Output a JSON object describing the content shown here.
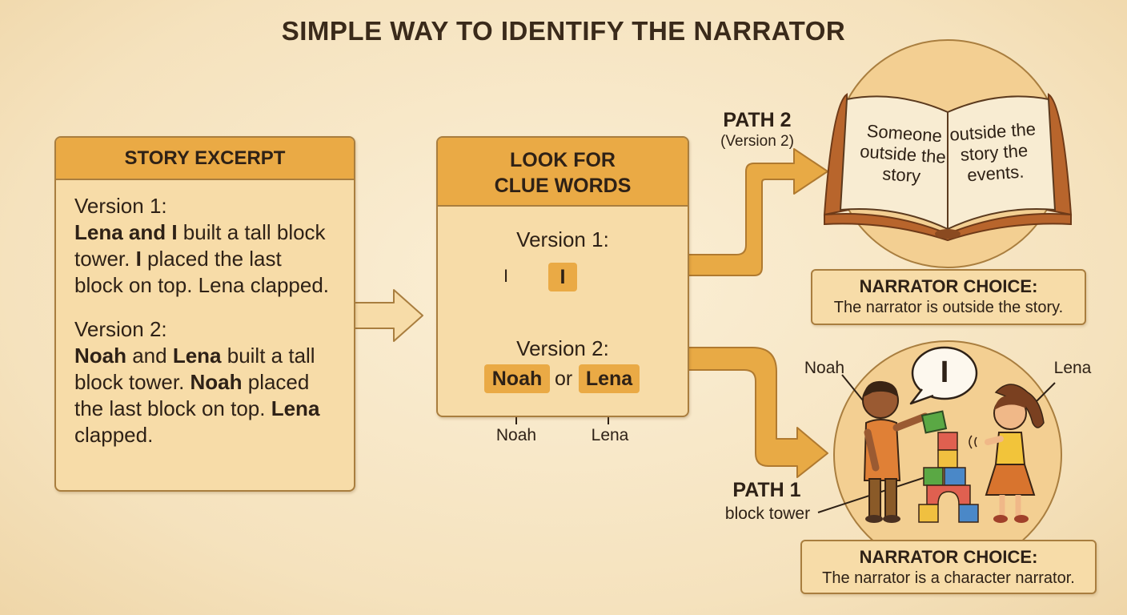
{
  "title": "SIMPLE WAY TO IDENTIFY THE NARRATOR",
  "excerpt": {
    "heading": "STORY EXCERPT",
    "v1_label": "Version 1:",
    "v1_a": "Lena and I",
    "v1_b": " built a tall block tower. ",
    "v1_c": "I",
    "v1_d": " placed the last block on top. Lena clapped.",
    "v2_label": "Version 2:",
    "v2_a": "Noah",
    "v2_b": " and ",
    "v2_c": "Lena",
    "v2_d": " built a tall block tower. ",
    "v2_e": "Noah",
    "v2_f": " placed the last block on top. ",
    "v2_g": "Lena",
    "v2_h": " clapped."
  },
  "clues": {
    "heading_line1": "LOOK FOR",
    "heading_line2": "CLUE WORDS",
    "v1_label": "Version 1:",
    "v1_small": "I",
    "v1_word": "I",
    "v2_label": "Version 2:",
    "v2_word1": "Noah",
    "v2_or": "or",
    "v2_word2": "Lena",
    "below1": "Noah",
    "below2": "Lena"
  },
  "path2": {
    "label": "PATH 2",
    "sub": "(Version 2)",
    "book_left": "Someone outside the story",
    "book_right": "outside the story the events.",
    "choice_title": "NARRATOR CHOICE:",
    "choice_text": "The narrator is outside the story."
  },
  "path1": {
    "label": "PATH 1",
    "sub": "block tower",
    "name_left": "Noah",
    "name_right": "Lena",
    "bubble": "I",
    "choice_title": "NARRATOR CHOICE:",
    "choice_text": "The narrator is a character narrator."
  },
  "colors": {
    "background": "#f5e2bd",
    "panel": "#f7dca8",
    "header": "#eaaa45",
    "border": "#a97e3f",
    "arrow": "#e8aa45",
    "book_cover": "#b8652c"
  }
}
